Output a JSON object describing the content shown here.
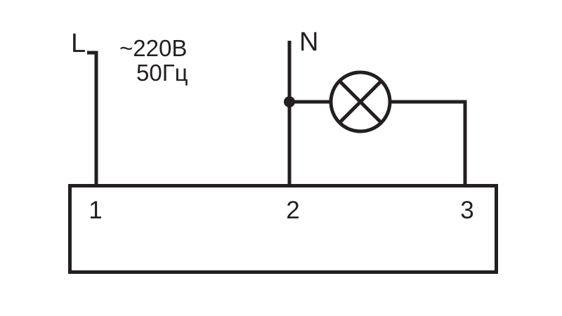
{
  "labels": {
    "phase": "L",
    "neutral": "N",
    "voltage": "~220В",
    "frequency": "50Гц"
  },
  "terminals": [
    "1",
    "2",
    "3"
  ],
  "colors": {
    "ink": "#231f20",
    "background": "#ffffff"
  }
}
